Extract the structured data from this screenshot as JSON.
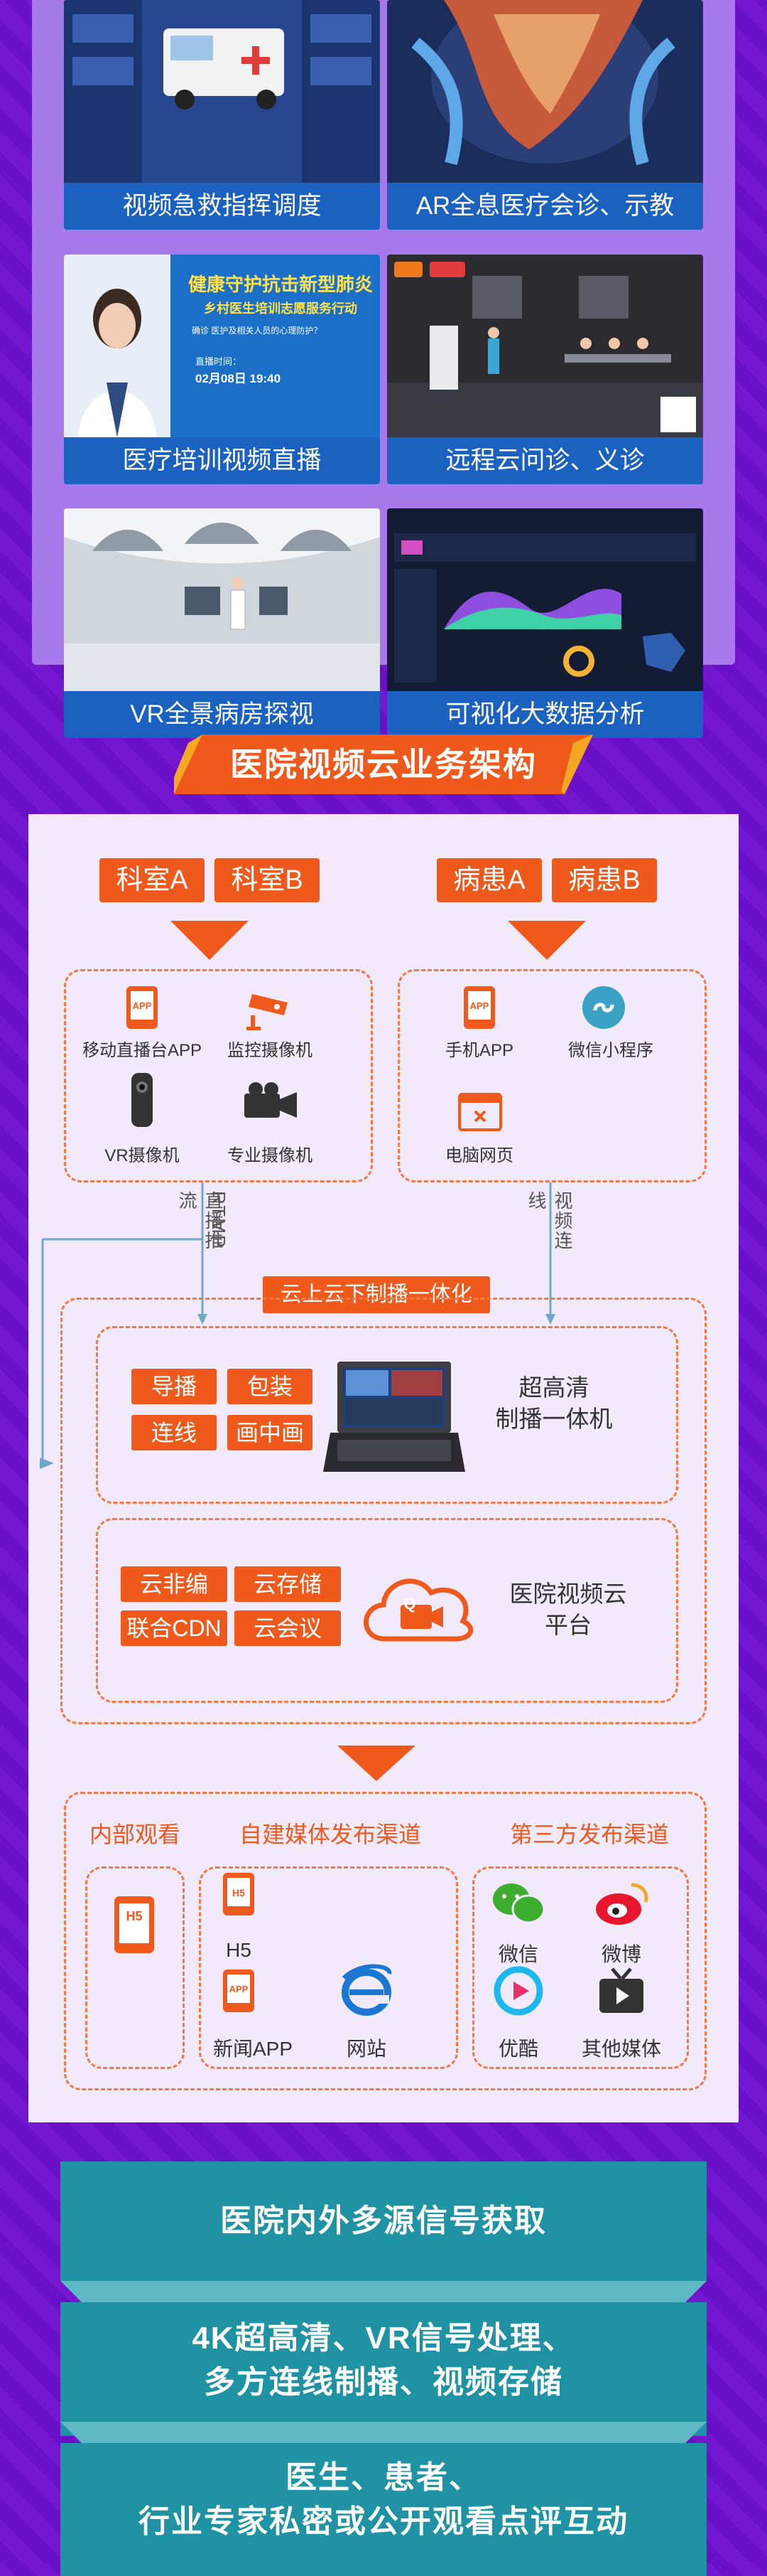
{
  "colors": {
    "purple": "#6a10c6",
    "panel": "#a879ea",
    "orange": "#ef5a1c",
    "caption": "#1b61bf",
    "teal": "#1f93a3"
  },
  "showcase": {
    "cards": [
      {
        "caption": "视频急救指挥调度",
        "icon": "ambulance-image"
      },
      {
        "caption": "AR全息医疗会诊、示教",
        "icon": "hologram-image"
      },
      {
        "caption": "医疗培训视频直播",
        "icon": "training-image"
      },
      {
        "caption": "远程云问诊、义诊",
        "icon": "studio-image"
      },
      {
        "caption": "VR全景病房探视",
        "icon": "vr-ward-image"
      },
      {
        "caption": "可视化大数据分析",
        "icon": "dashboard-image"
      }
    ],
    "training_slide": {
      "title": "健康守护抗击新型肺炎",
      "subtitle": "乡村医生培训志愿服务行动",
      "line": "确诊   医护及相关人员的心理防护？",
      "label": "直播时间：",
      "date": "02月08日 19:40"
    }
  },
  "architecture": {
    "title": "医院视频云业务架构",
    "sources_left": [
      "科室A",
      "科室B"
    ],
    "sources_right": [
      "病患A",
      "病患B"
    ],
    "devices_left": [
      {
        "label": "移动直播台APP",
        "icon": "app-icon"
      },
      {
        "label": "监控摄像机",
        "icon": "cctv-camera-icon"
      },
      {
        "label": "VR摄像机",
        "icon": "vr-camera-icon"
      },
      {
        "label": "专业摄像机",
        "icon": "video-camera-icon"
      }
    ],
    "devices_right": [
      {
        "label": "手机APP",
        "icon": "app-icon"
      },
      {
        "label": "微信小程序",
        "icon": "mini-program-icon"
      },
      {
        "label": "电脑网页",
        "icon": "webpage-icon"
      }
    ],
    "app_badge": "APP",
    "link_left": "直播推流",
    "link_left_proto": "RTMP",
    "link_right": "视频连线",
    "cloud_label": "云上云下制播一体化",
    "producer_tags": [
      "导播",
      "包装",
      "连线",
      "画中画"
    ],
    "producer_title": "超高清\n制播一体机",
    "cloud_tags": [
      "云非编",
      "云存储",
      "联合CDN",
      "云会议"
    ],
    "cloud_title": "医院视频云\n平台",
    "cloud_logo_letter": "Q",
    "channels": {
      "internal": "内部观看",
      "self": "自建媒体发布渠道",
      "third": "第三方发布渠道",
      "h5_badge": "H5",
      "self_items": [
        {
          "label": "H5",
          "icon": "h5-icon"
        },
        {
          "label": "新闻APP",
          "icon": "app-icon"
        },
        {
          "label": "网站",
          "icon": "ie-icon"
        }
      ],
      "third_items": [
        {
          "label": "微信",
          "icon": "wechat-icon"
        },
        {
          "label": "微博",
          "icon": "weibo-icon"
        },
        {
          "label": "优酷",
          "icon": "youku-icon"
        },
        {
          "label": "其他媒体",
          "icon": "tv-icon"
        }
      ]
    }
  },
  "steps": [
    "医院内外多源信号获取",
    "4K超高清、VR信号处理、\n多方连线制播、视频存储",
    "医生、患者、\n行业专家私密或公开观看点评互动"
  ]
}
